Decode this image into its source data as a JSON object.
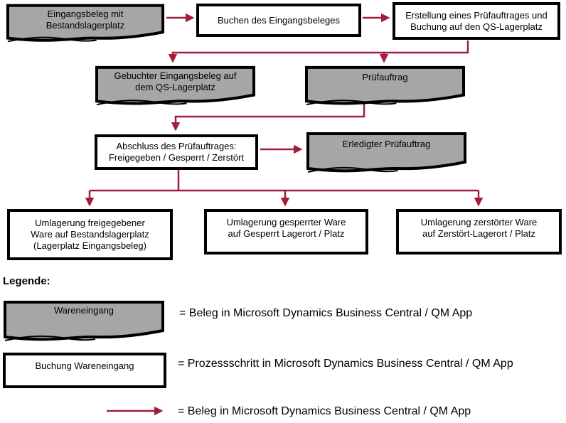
{
  "colors": {
    "arrow_red": "#A01E3C",
    "shape_fill_gray": "#A6A6A6",
    "shape_border": "#000000",
    "text": "#000000",
    "background": "#FFFFFF"
  },
  "flow": {
    "eingangsbeleg": {
      "label": "Eingangsbeleg mit\nBestandslagerplatz"
    },
    "buchen": {
      "label": "Buchen des Eingangsbeleges"
    },
    "erstellung": {
      "label": "Erstellung eines Prüfauftrages und\nBuchung auf den QS-Lagerplatz"
    },
    "gebuchter": {
      "label": "Gebuchter Eingangsbeleg auf\ndem QS-Lagerplatz"
    },
    "pruefauftrag": {
      "label": "Prüfauftrag"
    },
    "abschluss": {
      "label": "Abschluss des Prüfauftrages:\nFreigegeben / Gesperrt / Zerstört"
    },
    "erledigter": {
      "label": "Erledigter Prüfauftrag"
    },
    "umlagerung_frei": {
      "label": "Umlagerung freigegebener\nWare auf Bestandslagerplatz\n(Lagerplatz Eingangsbeleg)"
    },
    "umlagerung_gesperrt": {
      "label": "Umlagerung gesperrter Ware\nauf Gesperrt Lagerort / Platz"
    },
    "umlagerung_zerstoert": {
      "label": "Umlagerung zerstörter Ware\nauf Zerstört-Lagerort / Platz"
    }
  },
  "legend": {
    "title": "Legende:",
    "doc_item": {
      "shape_label": "Wareneingang",
      "desc": "= Beleg in Microsoft Dynamics Business Central / QM App"
    },
    "process_item": {
      "shape_label": "Buchung Wareneingang",
      "desc": "= Prozessschritt in Microsoft Dynamics Business Central / QM App"
    },
    "arrow_item": {
      "desc": "= Beleg in Microsoft Dynamics Business Central / QM App"
    }
  }
}
